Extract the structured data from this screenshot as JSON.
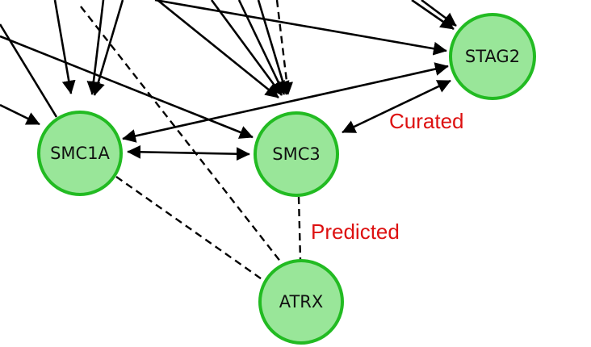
{
  "nodes": {
    "stag2": "STAG2",
    "smc1a": "SMC1A",
    "smc3": "SMC3",
    "atrx": "ATRX"
  },
  "edge_labels": {
    "curated": "Curated",
    "predicted": "Predicted"
  },
  "colors": {
    "node_fill": "#99e699",
    "node_stroke": "#22bb22",
    "edge": "#000000",
    "edge_label": "#dd1111"
  },
  "edges": [
    {
      "from": "SMC1A",
      "to": "SMC3",
      "style": "solid",
      "direction": "both"
    },
    {
      "from": "SMC1A",
      "to": "STAG2",
      "style": "solid",
      "direction": "both"
    },
    {
      "from": "SMC3",
      "to": "STAG2",
      "style": "solid",
      "direction": "both"
    },
    {
      "from": "SMC1A",
      "to": "ATRX",
      "style": "dashed",
      "direction": "none"
    },
    {
      "from": "SMC3",
      "to": "ATRX",
      "style": "dashed",
      "direction": "none"
    }
  ]
}
